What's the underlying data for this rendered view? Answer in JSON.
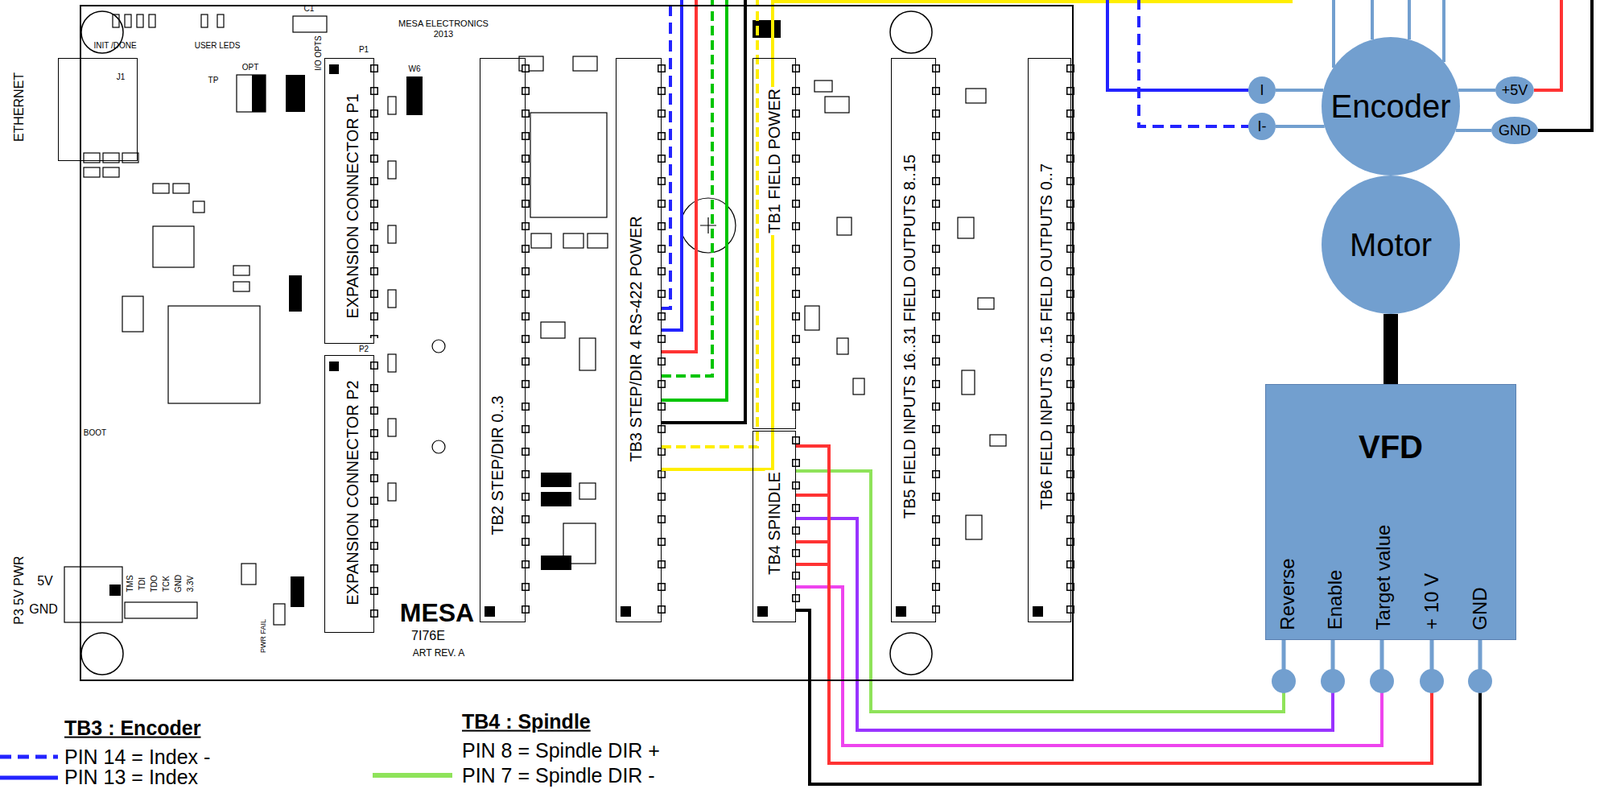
{
  "diagram": {
    "nodes": [
      {
        "text": [
          "MESA ELECTRONICS 2013"
        ]
      },
      {
        "text": [
          "ETHERNET"
        ]
      },
      {
        "text": [
          "EXPANSION CONNECTOR P1"
        ],
        "in": 0
      },
      {
        "text": [
          "EXPANSION CONNECTOR P2"
        ],
        "in": 0
      },
      {
        "text": [
          "TB2 STEP/DIR 0..3"
        ],
        "in": 0
      },
      {
        "text": [
          "TB3 STEP/DIR 4 RS-422 POWER"
        ],
        "in": 0
      },
      {
        "text": [
          "TB1 FIELD POWER"
        ],
        "in": 0
      },
      {
        "text": [
          "TB4 SPINDLE"
        ],
        "in": 0
      },
      {
        "text": [
          "TB5 FIELD INPUTS 16..31 FIELD OUTPUTS 8..15"
        ],
        "in": 0
      },
      {
        "text": [
          "TB6 FIELD INPUTS 0..15 FIELD OUTPUTS 0..7"
        ],
        "in": 0
      },
      {
        "text": [
          "Encoder"
        ]
      },
      {
        "text": [
          "I"
        ]
      },
      {
        "text": [
          "I-"
        ]
      },
      {
        "text": [
          "+5V"
        ]
      },
      {
        "text": [
          "GND"
        ]
      },
      {
        "text": [
          "Motor"
        ]
      },
      {
        "text": [
          "VFD",
          "Reverse",
          "Enable",
          "Target value",
          "+ 10 V",
          "GND"
        ]
      }
    ],
    "edges": [
      {
        "from": 5,
        "to": 11,
        "arrow": "none"
      },
      {
        "from": 5,
        "to": 12,
        "arrow": "none"
      },
      {
        "from": 5,
        "to": 13,
        "arrow": "none"
      },
      {
        "from": 5,
        "to": 14,
        "arrow": "none"
      },
      {
        "from": 11,
        "to": 10,
        "arrow": "none"
      },
      {
        "from": 12,
        "to": 10,
        "arrow": "none"
      },
      {
        "from": 13,
        "to": 10,
        "arrow": "none"
      },
      {
        "from": 14,
        "to": 10,
        "arrow": "none"
      },
      {
        "from": 15,
        "to": 16,
        "arrow": "none"
      },
      {
        "from": 7,
        "to": 16,
        "arrow": "none"
      },
      {
        "from": 7,
        "to": 16,
        "arrow": "none"
      },
      {
        "from": 7,
        "to": 16,
        "arrow": "none"
      },
      {
        "from": 7,
        "to": 16,
        "arrow": "none"
      },
      {
        "from": 7,
        "to": 16,
        "arrow": "none"
      }
    ],
    "labels": [
      "INIT /DONE",
      "USER LEDS",
      "C1",
      "J1",
      "TP",
      "OPT",
      "I/O OPTS",
      "W6",
      "P1",
      "P2",
      "BOOT",
      "TMS",
      "TDI",
      "TDO",
      "TCK",
      "GND",
      "3.3V",
      "PWR FAIL",
      "P3 5V PWR",
      "5V",
      "GND",
      "MESA",
      "7I76E",
      "ART REV. A",
      "TB3 : Encoder",
      "TB4 : Spindle"
    ],
    "legend": [
      {
        "text": "PIN 14 = Index -"
      },
      {
        "text": "PIN 13 = Index"
      },
      {
        "text": "PIN 8 = Spindle DIR +"
      },
      {
        "text": "PIN 7 = Spindle DIR -"
      }
    ]
  }
}
